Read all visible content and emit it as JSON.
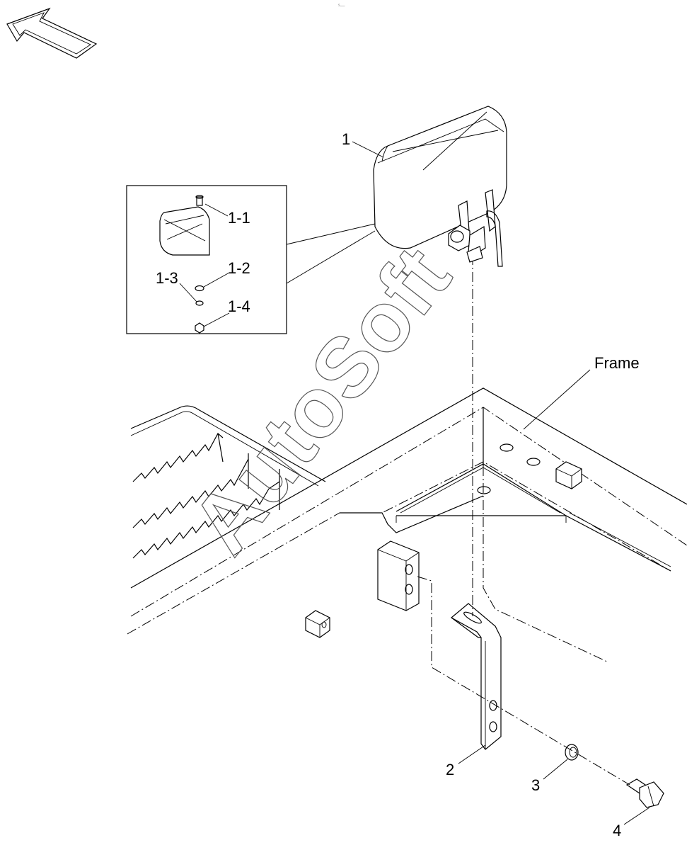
{
  "top_mark": "ˢ—",
  "watermark": "AutoSoft",
  "labels": {
    "frame": "Frame",
    "part_1": "1",
    "part_1_1": "1-1",
    "part_1_2": "1-2",
    "part_1_3": "1-3",
    "part_1_4": "1-4",
    "part_2": "2",
    "part_3": "3",
    "part_4": "4"
  },
  "icons": {
    "direction_arrow": "front-direction-arrow-icon"
  }
}
